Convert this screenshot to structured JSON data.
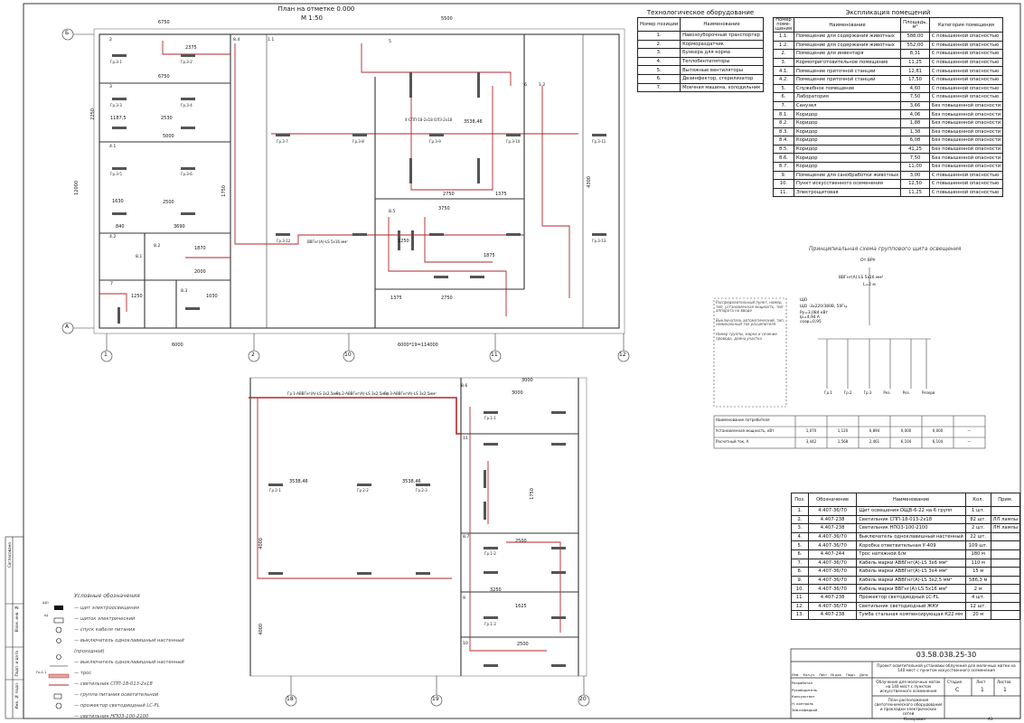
{
  "plan": {
    "title": "План на отметке 0.000",
    "scale": "М 1:50",
    "axes_top": [
      "1",
      "2",
      "10",
      "11",
      "12"
    ],
    "axes_left": [
      "Б",
      "А"
    ],
    "axes_bottom2": [
      "18",
      "19",
      "20"
    ],
    "dims": [
      "6750",
      "5500",
      "2375",
      "6750",
      "1187,5",
      "2530",
      "5000",
      "1630",
      "2500",
      "840",
      "3690",
      "1870",
      "2000",
      "1030",
      "1250",
      "3538,46",
      "2750",
      "1375",
      "3750",
      "1250",
      "1875",
      "1375",
      "2750",
      "6000",
      "6000*19=114000",
      "12000",
      "2250",
      "1750",
      "4300",
      "3000",
      "1750",
      "3250",
      "2500",
      "1625",
      "3538,46",
      "3538,46",
      "3000",
      "2500",
      "4000",
      "4000"
    ],
    "room_nums": [
      "1.1",
      "1.2",
      "2",
      "3",
      "4.1",
      "4.2",
      "5",
      "6",
      "7",
      "8.1",
      "8.2",
      "8.3",
      "8.4",
      "8.5",
      "8.6",
      "8.7",
      "9",
      "10",
      "11"
    ],
    "fixture_labels": [
      "Гр.3-1",
      "Гр.3-2",
      "Гр.3-3",
      "Гр.3-4",
      "Гр.3-5",
      "Гр.3-6",
      "Гр.3-7",
      "Гр.3-8",
      "Гр.3-9",
      "Гр.3-10",
      "Гр.3-11",
      "Гр.3-12",
      "Гр.3-13",
      "Гр.2-1",
      "Гр.2-2",
      "Гр.2-3",
      "Гр.1-1",
      "Гр.1-2",
      "Гр.1-3"
    ],
    "cable_labels": [
      "Гр.1-АВВГнг(А)-LS 3х2,5мм²",
      "Гр.2-АВВГнг(А)-LS 3х2,5мм²",
      "Гр.3-АВВГнг(А)-LS 3х2,5мм²",
      "ВВГнг(А)-LS 5х16 мм²"
    ],
    "luminaire_note": "4-СПП-18-2х18 ОЛЗ-2х18"
  },
  "tech_table": {
    "title": "Технологическое оборудование",
    "headers": [
      "Номер позиции",
      "Наименование"
    ],
    "rows": [
      [
        "1.",
        "Навозоуборочный транспортер"
      ],
      [
        "2.",
        "Кормораздатчик"
      ],
      [
        "3.",
        "Бункера для корма"
      ],
      [
        "4.",
        "Теплобентиляторы"
      ],
      [
        "5.",
        "Вытяжные вентиляторы"
      ],
      [
        "6.",
        "Дезинфектор, стерилизатор"
      ],
      [
        "7.",
        "Моечная машина, холодильник"
      ]
    ]
  },
  "rooms_table": {
    "title": "Экспликация помещений",
    "headers": [
      "Номер поме-щения",
      "Наименование",
      "Площадь, м²",
      "Категория помещения"
    ],
    "rows": [
      [
        "1.1.",
        "Помещение для содержания животных",
        "588,00",
        "С повышенной опасностью"
      ],
      [
        "1.2.",
        "Помещение для содержания животных",
        "552,00",
        "С повышенной опасностью"
      ],
      [
        "2.",
        "Помещение для инвентаря",
        "8,31",
        "С повышенной опасностью"
      ],
      [
        "3.",
        "Кормоприготовительное помещение",
        "11,25",
        "С повышенной опасностью"
      ],
      [
        "4.1.",
        "Помещение приточной станции",
        "12,81",
        "С повышенной опасностью"
      ],
      [
        "4.2.",
        "Помещение приточной станции",
        "17,50",
        "С повышенной опасностью"
      ],
      [
        "5.",
        "Служебное помещение",
        "4,60",
        "С повышенной опасностью"
      ],
      [
        "6.",
        "Лаборатория",
        "7,50",
        "С повышенной опасностью"
      ],
      [
        "7.",
        "Санузел",
        "3,66",
        "Без повышенной опасности"
      ],
      [
        "8.1.",
        "Коридор",
        "4,06",
        "Без повышенной опасности"
      ],
      [
        "8.2.",
        "Коридор",
        "1,88",
        "Без повышенной опасности"
      ],
      [
        "8.3.",
        "Коридор",
        "1,38",
        "Без повышенной опасности"
      ],
      [
        "8.4.",
        "Коридор",
        "6,08",
        "Без повышенной опасности"
      ],
      [
        "8.5.",
        "Коридор",
        "41,25",
        "Без повышенной опасности"
      ],
      [
        "8.6.",
        "Коридор",
        "7,50",
        "Без повышенной опасности"
      ],
      [
        "8.7.",
        "Коридор",
        "11,00",
        "Без повышенной опасности"
      ],
      [
        "9.",
        "Помещение для санобработки животных",
        "3,00",
        "С повышенной опасностью"
      ],
      [
        "10.",
        "Пункт искусственного осеменения",
        "12,50",
        "С повышенной опасностью"
      ],
      [
        "11.",
        "Электрощитовая",
        "11,25",
        "С повышенной опасностью"
      ]
    ]
  },
  "schematic": {
    "title": "Принципиальная схема группового щита освещения",
    "feed": "От ВРУ",
    "cable": "ВВГнг(А)-LS 5х16 мм²",
    "length": "L=2 м",
    "panel": "ЩО",
    "panel_spec": "ЩО -3х220/380В, 50Гц",
    "params": [
      "Ру=3,084 кВт",
      "Ip=4,94 А",
      "cosφ=0,95"
    ],
    "row_labels": [
      "Распределительный пункт, номер, тип, установленная мощность, тип аппарата на вводе",
      "Выключатель автоматический, тип, номинальный ток расцепителя",
      "Номер группы, марка и сечение провода, длина участка"
    ],
    "load_header": "Наименование потребителя",
    "load_rows": [
      [
        "Установленная мощность, кВт",
        "1,070",
        "1,120",
        "0,894",
        "0,000",
        "0,000",
        "—"
      ],
      [
        "Расчетный ток, А",
        "3,442",
        "1,568",
        "2,461",
        "6,104",
        "6,104",
        "—"
      ]
    ],
    "groups": [
      "Гр.1",
      "Гр.2",
      "Гр.3",
      "Рез.",
      "Рез.",
      "Резерв"
    ]
  },
  "spec_table": {
    "headers": [
      "Поз.",
      "Обозначение",
      "Наименование",
      "Кол.",
      "Прим."
    ],
    "rows": [
      [
        "1.",
        "4.407-36/70",
        "Щит освещения ОЩВ-6-22 на 6 групп",
        "1 шт.",
        ""
      ],
      [
        "2.",
        "4.407-238",
        "Светильник СПП-18-013-2х18",
        "82 шт.",
        "ЛЛ лампы"
      ],
      [
        "3.",
        "4.407-238",
        "Светильник НПО3-100-2100",
        "2 шт.",
        "ЛН лампы"
      ],
      [
        "4.",
        "4.407-36/70",
        "Выключатель одноклавишный настенный",
        "22 шт.",
        ""
      ],
      [
        "5.",
        "4.407-36/70",
        "Коробка ответвительная У-409",
        "109 шт.",
        ""
      ],
      [
        "6.",
        "4.407-244",
        "Трос натяжной 6/м",
        "180 м",
        ""
      ],
      [
        "7.",
        "4.407-36/70",
        "Кабель марки АВВГнг(А)-LS 3х6 мм²",
        "110 м",
        ""
      ],
      [
        "8.",
        "4.407-36/70",
        "Кабель марки АВВГнг(А)-LS 3х4 мм²",
        "15 м",
        ""
      ],
      [
        "9.",
        "4.407-36/70",
        "Кабель марки АВВГнг(А)-LS 3х2,5 мм²",
        "586,3 м",
        ""
      ],
      [
        "10.",
        "4.407-36/70",
        "Кабель марки ВВГнг(А)-LS 5х16 мм²",
        "2 м",
        ""
      ],
      [
        "11.",
        "4.407-238",
        "Прожектор светодиодный LC-FL",
        "4 шт.",
        ""
      ],
      [
        "12.",
        "4.407-36/70",
        "Светильник светодиодный ЖКУ",
        "12 шт.",
        ""
      ],
      [
        "13.",
        "4.407-238",
        "Тумба стальная компенсирующая К22 мм",
        "20 м",
        ""
      ]
    ]
  },
  "legend": {
    "title": "Условные обозначения",
    "items": [
      "— щит электроосвещения",
      "— щиток электрический",
      "— спуск кабеля питания",
      "— выключатель одноклавишный настенный",
      "(проходной)",
      "— выключатель одноклавишный настенный",
      "— трос",
      "— светильник СПП-18-013-2х18",
      "— группа питания осветительной",
      "— прожектор светодиодный LC-FL",
      "— светильник НПО3-100-2100"
    ],
    "symbol_labels": [
      "ЩО",
      "Щ",
      "Гр.1-1"
    ]
  },
  "stamp": {
    "code": "03.58.038.25-30",
    "project": "Проект осветительной установки облучения для молочных матки на 140 мест с пунктом искусственного осеменения",
    "sheet_desc": "Облучение для молочных маток на 140 мест с пунктом искусственного осеменения",
    "drawing_desc": "План расположения светотехнического оборудования и прокладки электрических сетей",
    "stage_h": "Стадия",
    "sheet_h": "Лист",
    "sheets_h": "Листов",
    "stage": "С",
    "sheet": "1",
    "sheets": "1",
    "col_heads": [
      "Изм.",
      "Кол.уч.",
      "Лист",
      "№ док.",
      "Подп.",
      "Дата"
    ],
    "roles": [
      "Разработал",
      "Руководитель",
      "Консультант",
      "Н. контроль",
      "Зав.кафедрой"
    ],
    "copied": "Копировал",
    "format": "А1"
  },
  "side_stamp": [
    "Согласовано",
    "Взам. инв. №",
    "Подп. и дата",
    "Инв. № подл."
  ]
}
